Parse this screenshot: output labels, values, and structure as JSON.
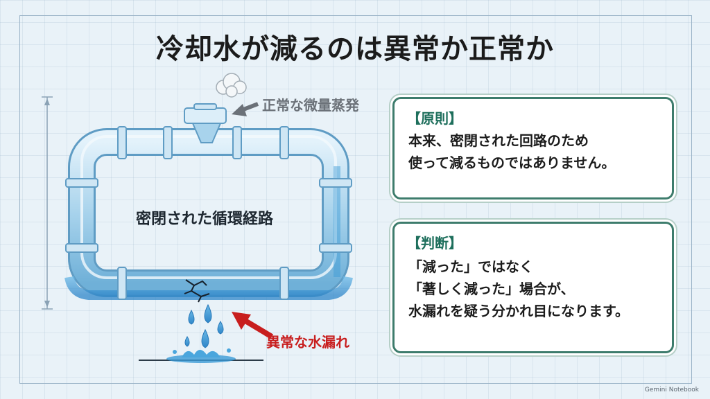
{
  "title": "冷却水が減るのは異常か正常か",
  "diagram": {
    "loop_label": "密閉された循環経路",
    "evaporation_note": "正常な微量蒸発",
    "leak_note": "異常な水漏れ"
  },
  "cards": {
    "principle": {
      "heading": "【原則】",
      "lines": [
        "本来、密閉された回路のため",
        "使って減るものではありません。"
      ]
    },
    "judgment": {
      "heading": "【判断】",
      "lines": [
        "「減った」ではなく",
        "「著しく減った」場合が、",
        "水漏れを疑う分かれ目になります。"
      ]
    }
  },
  "watermark": "Gemini Notebook",
  "colors": {
    "card_border": "#3d7c6c",
    "heading": "#1e6f5c",
    "alert": "#c81e1e",
    "pipe": "#9ccbe6",
    "water": "#3a9ad6"
  }
}
